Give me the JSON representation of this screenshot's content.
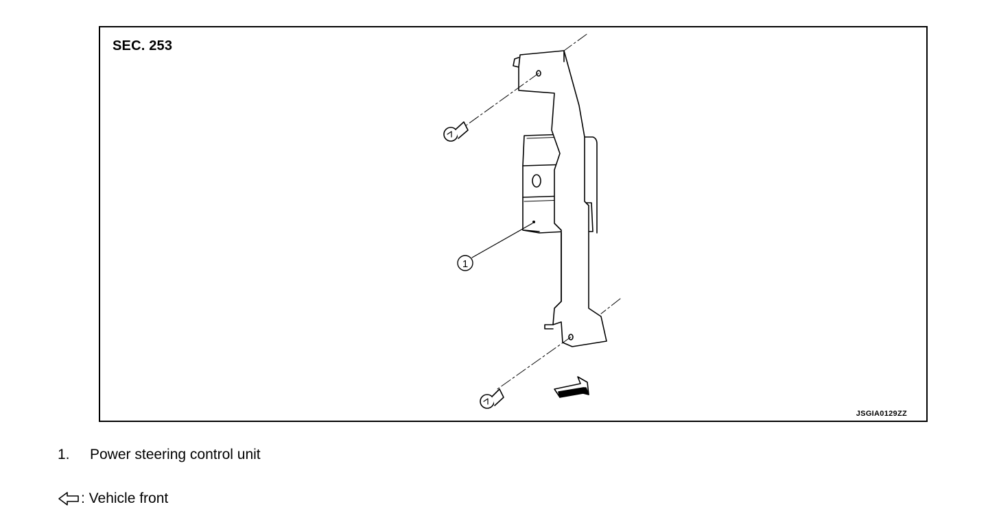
{
  "figure": {
    "section_label": "SEC. 253",
    "figure_code": "JSGIA0129ZZ",
    "callout_number": "1"
  },
  "legend": {
    "items": [
      {
        "number": "1.",
        "text": "Power steering control unit"
      }
    ],
    "symbols": [
      {
        "icon": "hollow-arrow-left-icon",
        "text": ": Vehicle front"
      }
    ]
  }
}
